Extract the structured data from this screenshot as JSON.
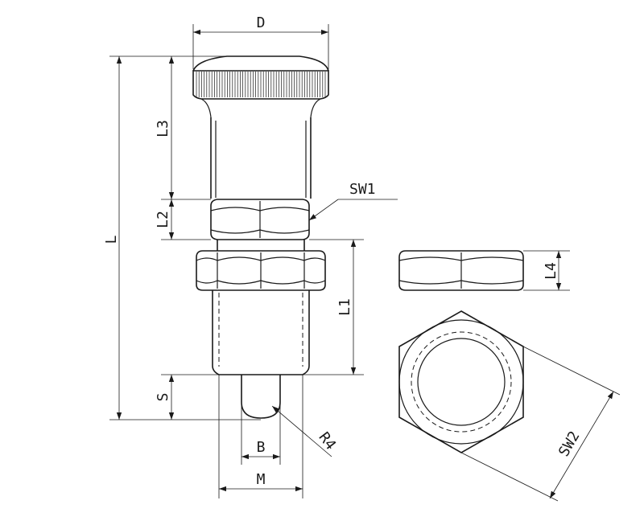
{
  "labels": {
    "D": "D",
    "L": "L",
    "L1": "L1",
    "L2": "L2",
    "L3": "L3",
    "L4": "L4",
    "S": "S",
    "SW1": "SW1",
    "SW2": "SW2",
    "R4": "R4",
    "B": "B",
    "M": "M"
  },
  "colors": {
    "line": "#1a1a1a",
    "background": "#ffffff"
  }
}
